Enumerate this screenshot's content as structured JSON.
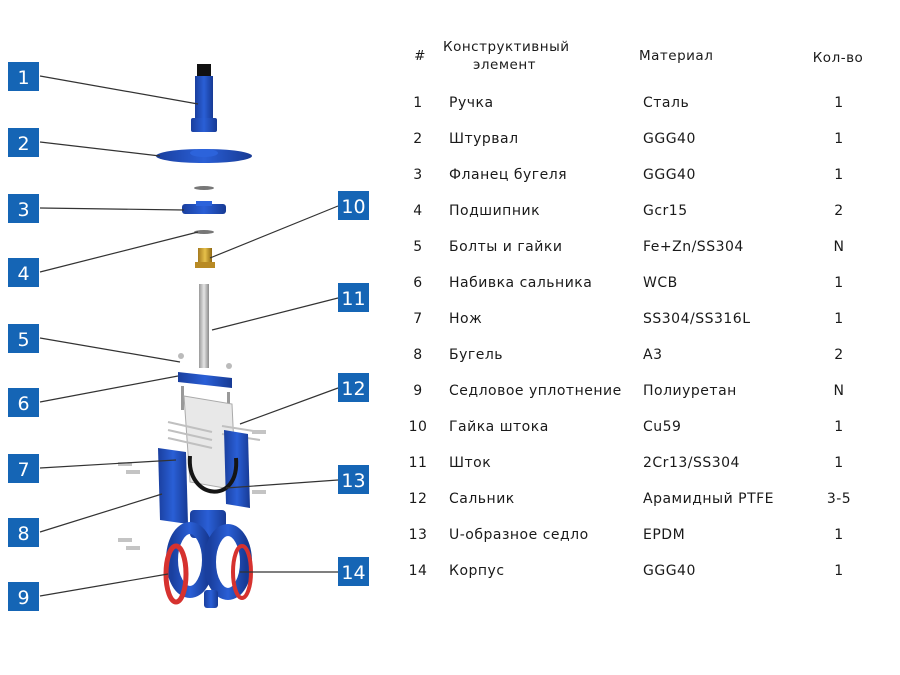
{
  "colors": {
    "badge": "#1565b5",
    "valve_blue": "#1f4fc4",
    "seat_red": "#d6322f",
    "leader": "#333333"
  },
  "callouts": [
    "1",
    "2",
    "3",
    "4",
    "5",
    "6",
    "7",
    "8",
    "9",
    "10",
    "11",
    "12",
    "13",
    "14"
  ],
  "table": {
    "headers": {
      "num": "#",
      "element_line1": "Конструктивный",
      "element_line2": "элемент",
      "material": "Материал",
      "qty": "Кол-во"
    },
    "rows": [
      {
        "num": "1",
        "element": "Ручка",
        "material": "Сталь",
        "qty": "1"
      },
      {
        "num": "2",
        "element": "Штурвал",
        "material": "GGG40",
        "qty": "1"
      },
      {
        "num": "3",
        "element": "Фланец бугеля",
        "material": "GGG40",
        "qty": "1"
      },
      {
        "num": "4",
        "element": "Подшипник",
        "material": "Gcr15",
        "qty": "2"
      },
      {
        "num": "5",
        "element": "Болты и гайки",
        "material": "Fe+Zn/SS304",
        "qty": "N"
      },
      {
        "num": "6",
        "element": "Набивка сальника",
        "material": "WCB",
        "qty": "1"
      },
      {
        "num": "7",
        "element": "Нож",
        "material": "SS304/SS316L",
        "qty": "1"
      },
      {
        "num": "8",
        "element": "Бугель",
        "material": "A3",
        "qty": "2"
      },
      {
        "num": "9",
        "element": "Седловое уплотнение",
        "material": "Полиуретан",
        "qty": "N"
      },
      {
        "num": "10",
        "element": "Гайка штока",
        "material": "Cu59",
        "qty": "1"
      },
      {
        "num": "11",
        "element": "Шток",
        "material": "2Cr13/SS304",
        "qty": "1"
      },
      {
        "num": "12",
        "element": "Сальник",
        "material": "Арамидный PTFE",
        "qty": "3-5"
      },
      {
        "num": "13",
        "element": "U-образное седло",
        "material": "EPDM",
        "qty": "1"
      },
      {
        "num": "14",
        "element": "Корпус",
        "material": "GGG40",
        "qty": "1"
      }
    ]
  }
}
